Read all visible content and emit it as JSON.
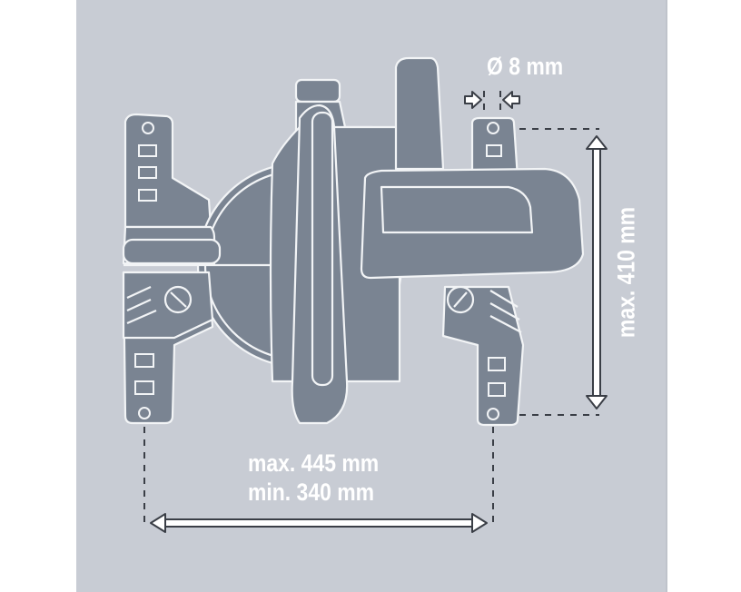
{
  "figure": {
    "subject": "miter saw mounting footprint (top view)",
    "colors": {
      "background_panel": "#c8ccd4",
      "machine_fill": "#7a8492",
      "outline": "#f2f4f6",
      "dimension_line": "#3a3e46",
      "label_text": "#ffffff"
    }
  },
  "dimensions": {
    "hole_diameter": {
      "label": "Ø 8 mm",
      "value": 8,
      "unit": "mm"
    },
    "mounting_width": {
      "max_label": "max. 445 mm",
      "min_label": "min. 340 mm",
      "max": 445,
      "min": 340,
      "unit": "mm"
    },
    "mounting_depth": {
      "label": "max. 410 mm",
      "value": 410,
      "unit": "mm"
    }
  },
  "icons": [
    "arrow-right-icon",
    "arrow-left-icon",
    "double-arrow-horizontal-icon",
    "double-arrow-vertical-icon"
  ]
}
